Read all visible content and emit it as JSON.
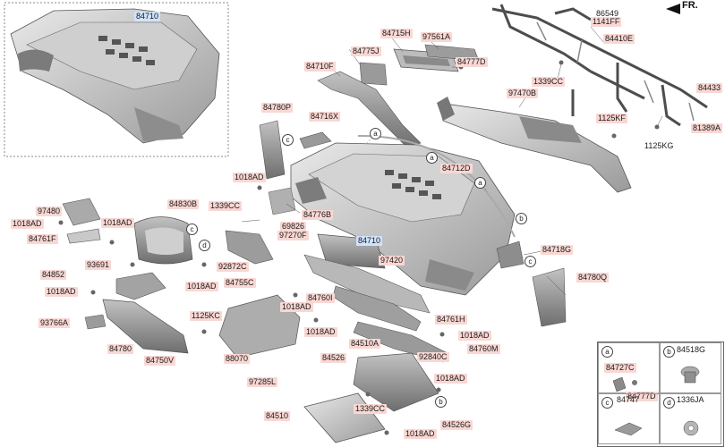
{
  "orientation_label": "FR.",
  "callouts": {
    "inset_main": "84710",
    "main": "84710",
    "beam_1": "86549",
    "beam_2": "1141FF",
    "beam_3": "84410E",
    "beam_4": "1339CC",
    "beam_5": "84433",
    "beam_6": "1125KF",
    "beam_7": "81389A",
    "beam_8": "1125KG",
    "duct": "97470B",
    "p84715h": "84715H",
    "p97561a": "97561A",
    "p84775j": "84775J",
    "p84777d": "84777D",
    "p84710f": "84710F",
    "p84716x": "84716X",
    "p84780p": "84780P",
    "p84712d": "84712D",
    "p1018ad_a": "1018AD",
    "p1339cc_b": "1339CC",
    "p84776b": "84776B",
    "p97480": "97480",
    "p1018ad_b": "1018AD",
    "p84761f": "84761F",
    "p84830b": "84830B",
    "p1018ad_c": "1018AD",
    "p69826": "69826",
    "p97270f": "97270F",
    "p92872c": "92872C",
    "p84755c": "84755C",
    "p1018ad_d": "1018AD",
    "p84852": "84852",
    "p93691": "93691",
    "p1018ad_e": "1018AD",
    "p84718g": "84718G",
    "p97420": "97420",
    "p84780q": "84780Q",
    "p84760i": "84760I",
    "p1018ad_f": "1018AD",
    "p84761h": "84761H",
    "p1018ad_g": "1018AD",
    "p1125kc": "1125KC",
    "p93766a": "93766A",
    "p84780": "84780",
    "p84750v": "84750V",
    "p88070": "88070",
    "p97285l": "97285L",
    "p1018ad_h": "1018AD",
    "p84510a": "84510A",
    "p84760m": "84760M",
    "p92840c": "92840C",
    "p84526": "84526",
    "p1018ad_i": "1018AD",
    "p1339cc_c": "1339CC",
    "p84510": "84510",
    "p84526g": "84526G",
    "p1018ad_j": "1018AD"
  },
  "ref_markers": {
    "a1": "a",
    "a2": "a",
    "a3": "a",
    "b1": "b",
    "b2": "b",
    "c1": "c",
    "c2": "c",
    "c3": "c",
    "d1": "d"
  },
  "legend": {
    "a_marker": "a",
    "a_part1": "84727C",
    "a_part2": "84777D",
    "b_marker": "b",
    "b_part": "84518G",
    "c_marker": "c",
    "c_part": "84747",
    "d_marker": "d",
    "d_part": "1336JA"
  }
}
